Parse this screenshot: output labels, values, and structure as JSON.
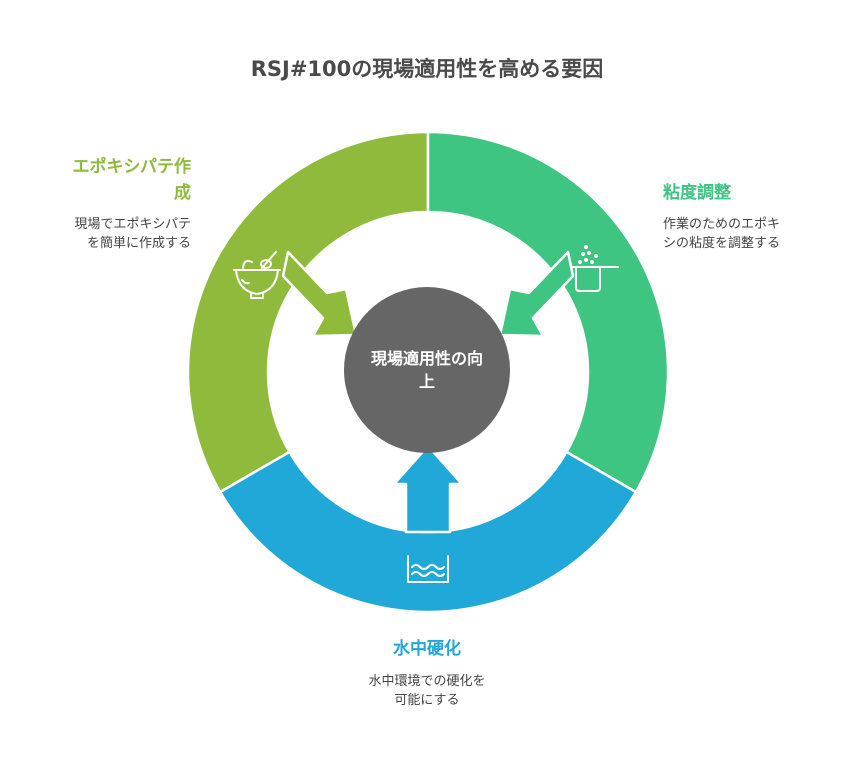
{
  "title": "RSJ#100の現場適用性を高める要因",
  "center": {
    "line1": "現場適用性の向",
    "line2": "上",
    "color": "#666666"
  },
  "segments": [
    {
      "heading": "エポキシパテ作成",
      "heading_line1": "エポキシパテ作",
      "heading_line2": "成",
      "desc_line1": "現場でエポキシパテ",
      "desc_line2": "を簡単に作成する",
      "color": "#8fba3c",
      "icon": "mortar-bowl-icon"
    },
    {
      "heading": "粘度調整",
      "desc_line1": "作業のためのエポキ",
      "desc_line2": "シの粘度を調整する",
      "color": "#3ec581",
      "icon": "measuring-cup-icon"
    },
    {
      "heading": "水中硬化",
      "desc_line1": "水中環境での硬化を",
      "desc_line2": "可能にする",
      "color": "#1fa8d8",
      "icon": "water-tank-icon"
    }
  ]
}
